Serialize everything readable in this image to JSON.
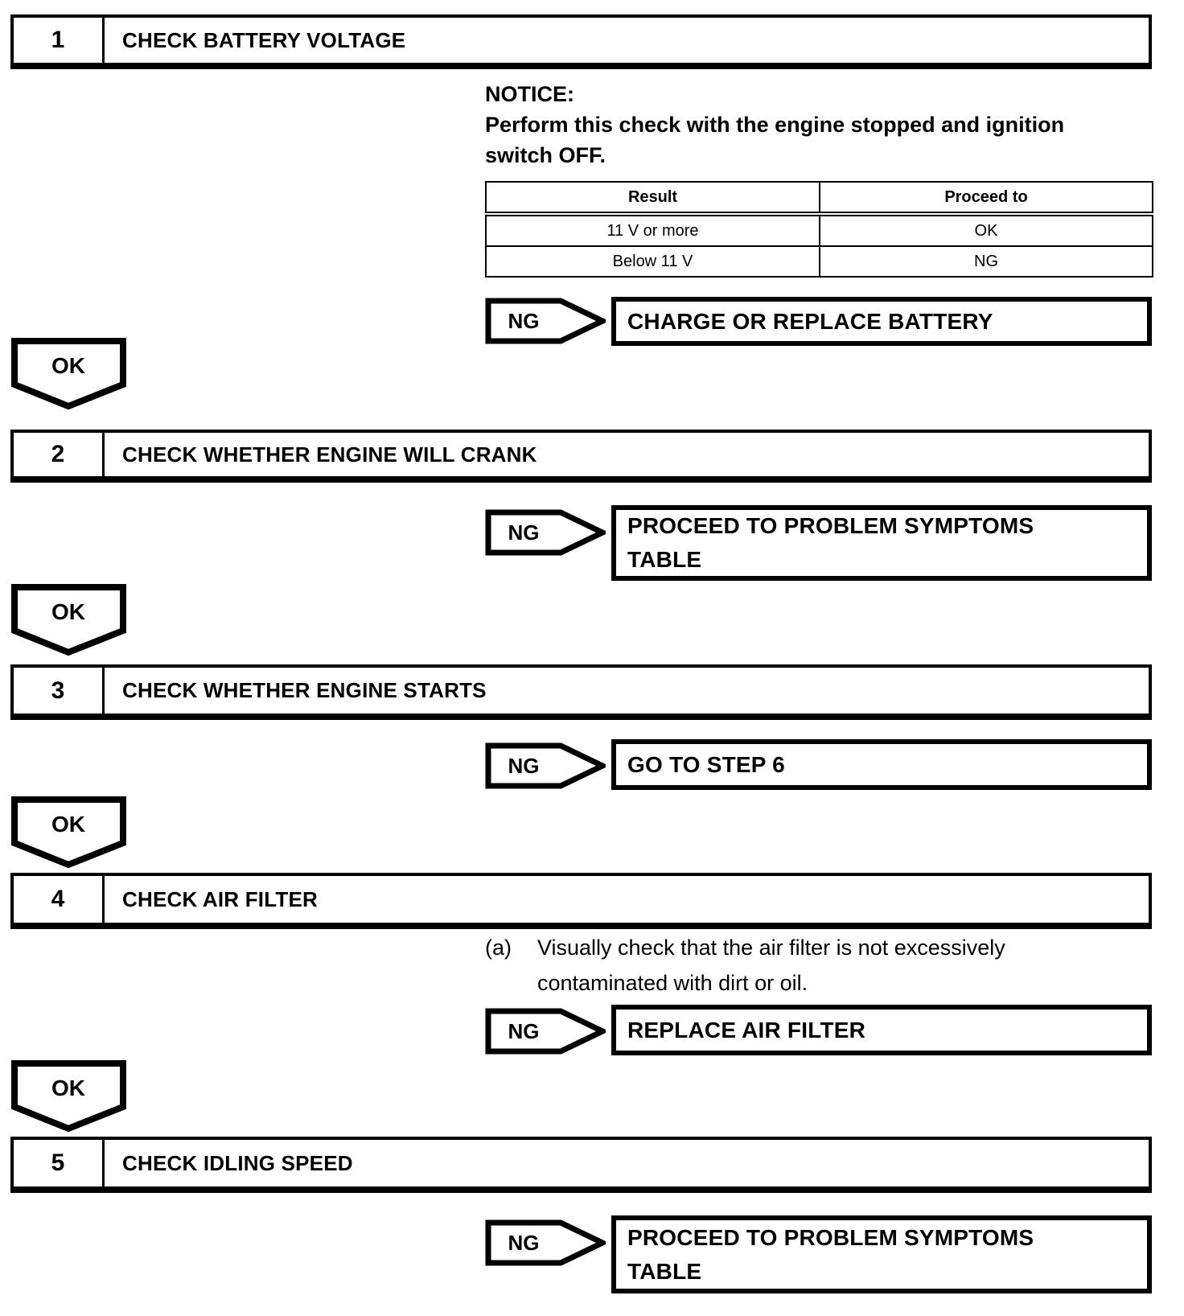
{
  "colors": {
    "ink": "#000000",
    "paper": "#ffffff"
  },
  "steps": [
    {
      "number": "1",
      "title": "CHECK BATTERY VOLTAGE"
    },
    {
      "number": "2",
      "title": "CHECK WHETHER ENGINE WILL CRANK"
    },
    {
      "number": "3",
      "title": "CHECK WHETHER ENGINE STARTS"
    },
    {
      "number": "4",
      "title": "CHECK AIR FILTER"
    },
    {
      "number": "5",
      "title": "CHECK IDLING SPEED"
    }
  ],
  "notice": {
    "label": "NOTICE:",
    "lines": [
      "Perform this check with the engine stopped and ignition",
      "switch OFF."
    ]
  },
  "table": {
    "headers": [
      "Result",
      "Proceed to"
    ],
    "rows": [
      [
        "11 V or more",
        "OK"
      ],
      [
        "Below 11 V",
        "NG"
      ]
    ]
  },
  "connectors": {
    "ng_label": "NG",
    "ok_label": "OK"
  },
  "results": [
    {
      "lines": [
        "CHARGE OR REPLACE BATTERY",
        ""
      ]
    },
    {
      "lines": [
        "PROCEED TO PROBLEM SYMPTOMS",
        "TABLE"
      ]
    },
    {
      "lines": [
        "GO TO STEP 6",
        ""
      ]
    },
    {
      "lines": [
        "REPLACE AIR FILTER",
        ""
      ]
    },
    {
      "lines": [
        "PROCEED TO PROBLEM SYMPTOMS",
        "TABLE"
      ]
    }
  ],
  "step4_instruction": {
    "marker": "(a)",
    "lines": [
      "Visually check that the air filter is not excessively",
      "contaminated with dirt or oil."
    ]
  }
}
